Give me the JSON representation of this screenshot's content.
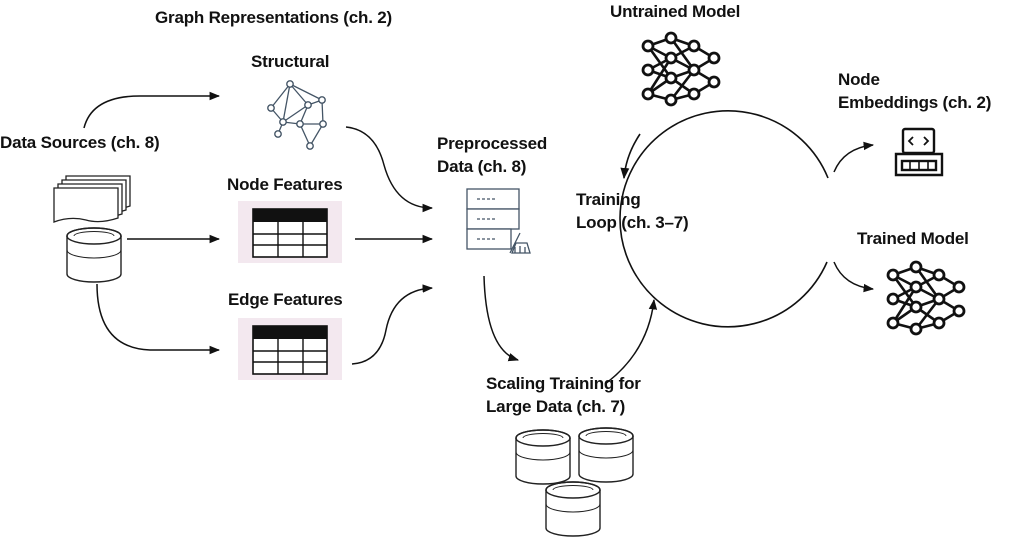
{
  "graph_representations": {
    "title": "Graph Representations (ch. 2)"
  },
  "structural": {
    "label": "Structural"
  },
  "node_features": {
    "label": "Node Features"
  },
  "edge_features": {
    "label": "Edge Features"
  },
  "data_sources": {
    "label": "Data Sources (ch. 8)"
  },
  "preprocessed": {
    "line1": "Preprocessed",
    "line2": "Data (ch. 8)"
  },
  "untrained_model": {
    "label": "Untrained Model"
  },
  "training_loop": {
    "line1": "Training",
    "line2": "Loop (ch. 3–7)"
  },
  "node_embeddings": {
    "line1": "Node",
    "line2": "Embeddings (ch. 2)"
  },
  "trained_model": {
    "label": "Trained Model"
  },
  "scaling": {
    "line1": "Scaling Training for",
    "line2": "Large Data (ch. 7)"
  },
  "colors": {
    "ink": "#111111",
    "icon": "#445566",
    "table_bg": "#f3e8ef",
    "header": "#111111"
  },
  "icons": [
    "graph-icon",
    "documents-icon",
    "database-icon",
    "table-icon",
    "server-icon",
    "neural-network-icon",
    "laptop-code-icon"
  ]
}
